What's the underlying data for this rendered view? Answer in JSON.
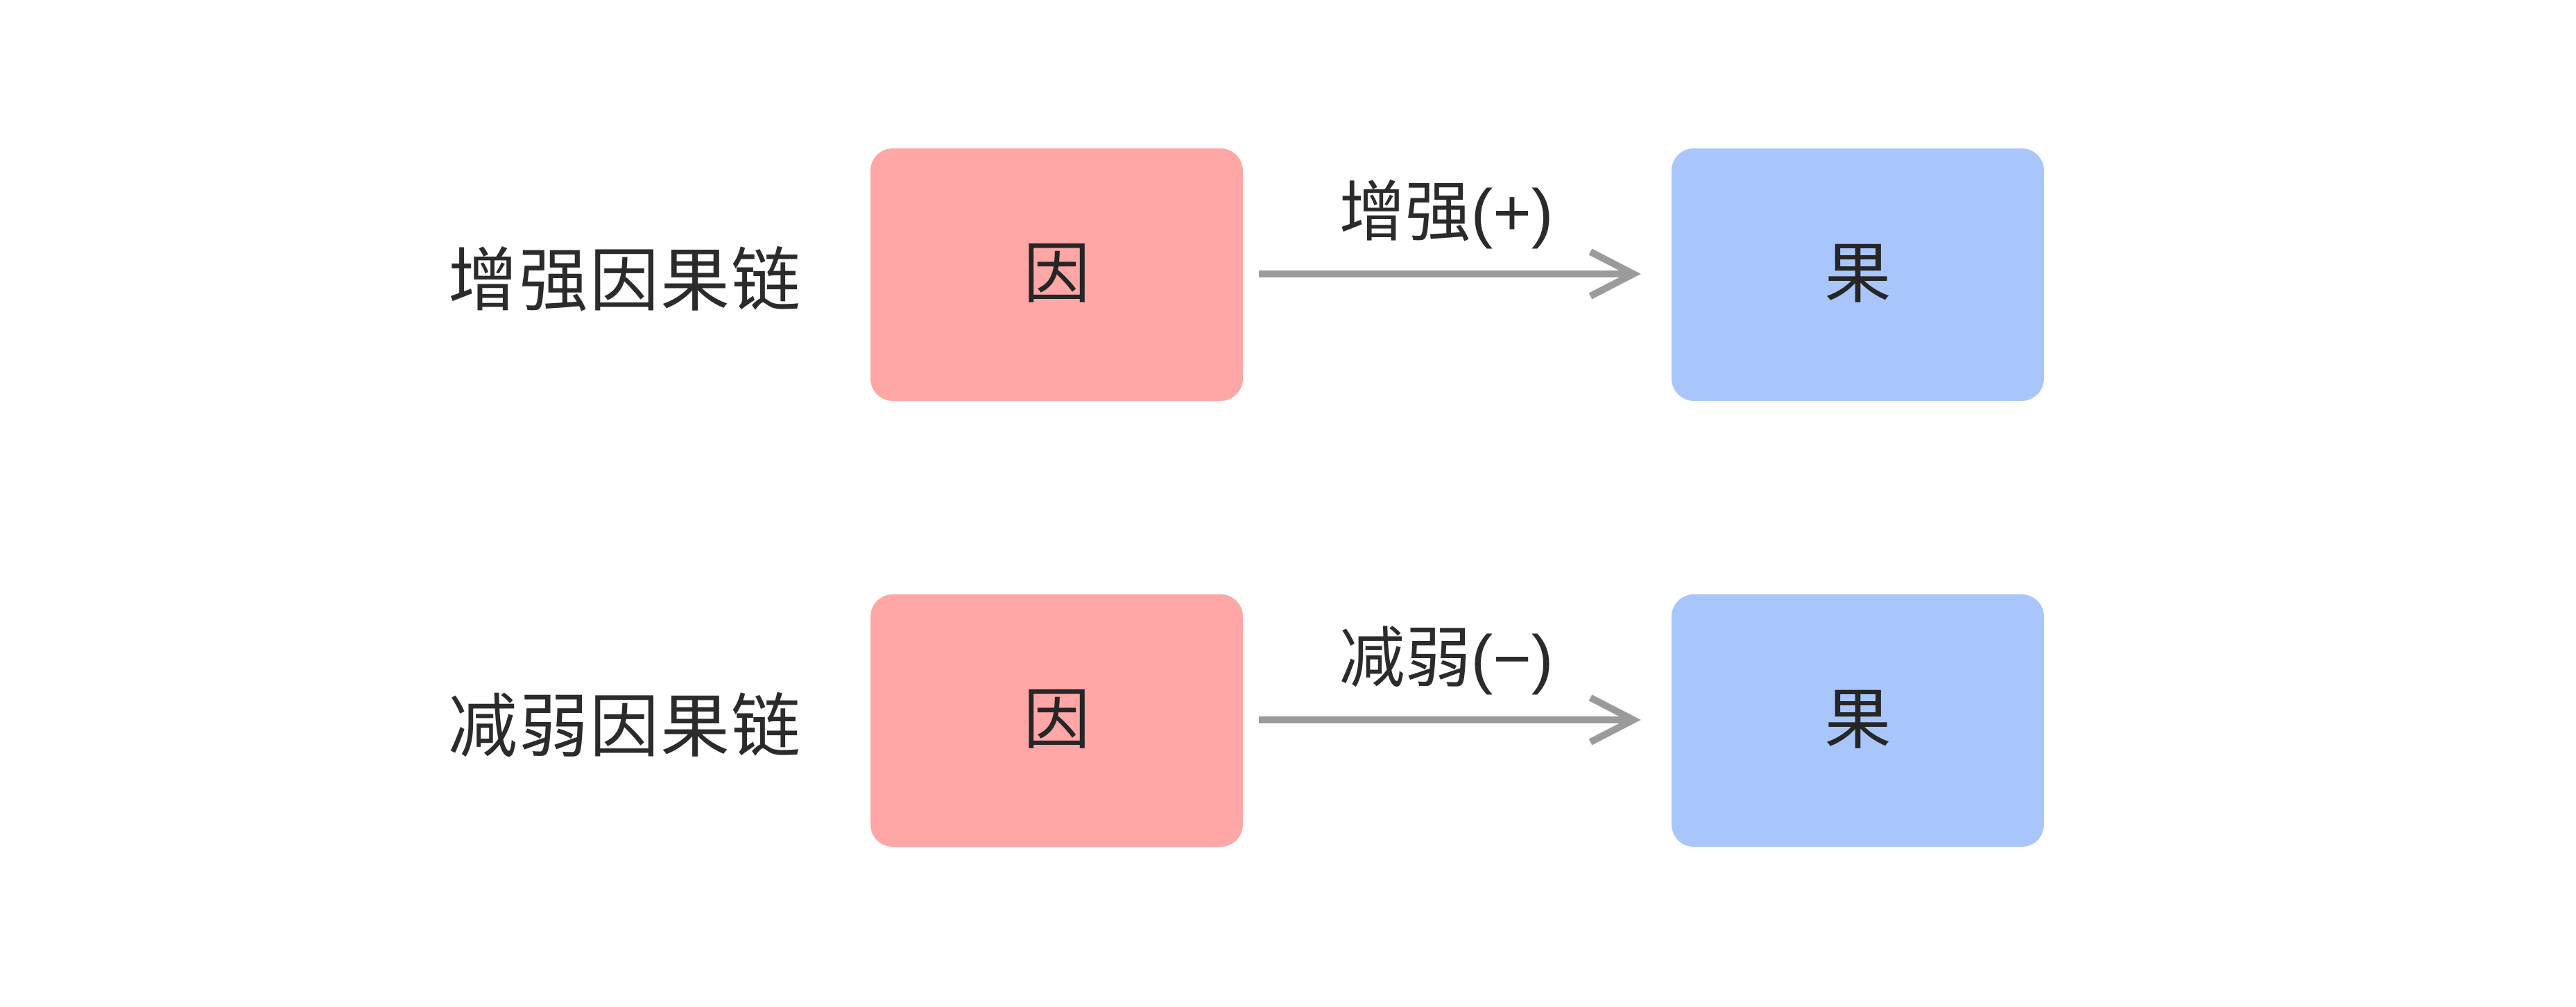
{
  "rows": [
    {
      "label": "增强因果链",
      "cause": "因",
      "arrow_label": "增强(+)",
      "effect": "果"
    },
    {
      "label": "减弱因果链",
      "cause": "因",
      "arrow_label": "减弱(−)",
      "effect": "果"
    }
  ],
  "colors": {
    "cause_fill": "#FFA6A6",
    "effect_fill": "#A8C6FC",
    "arrow": "#9B9B9B",
    "text": "#2B2B2B",
    "bg": "#FFFFFF"
  }
}
